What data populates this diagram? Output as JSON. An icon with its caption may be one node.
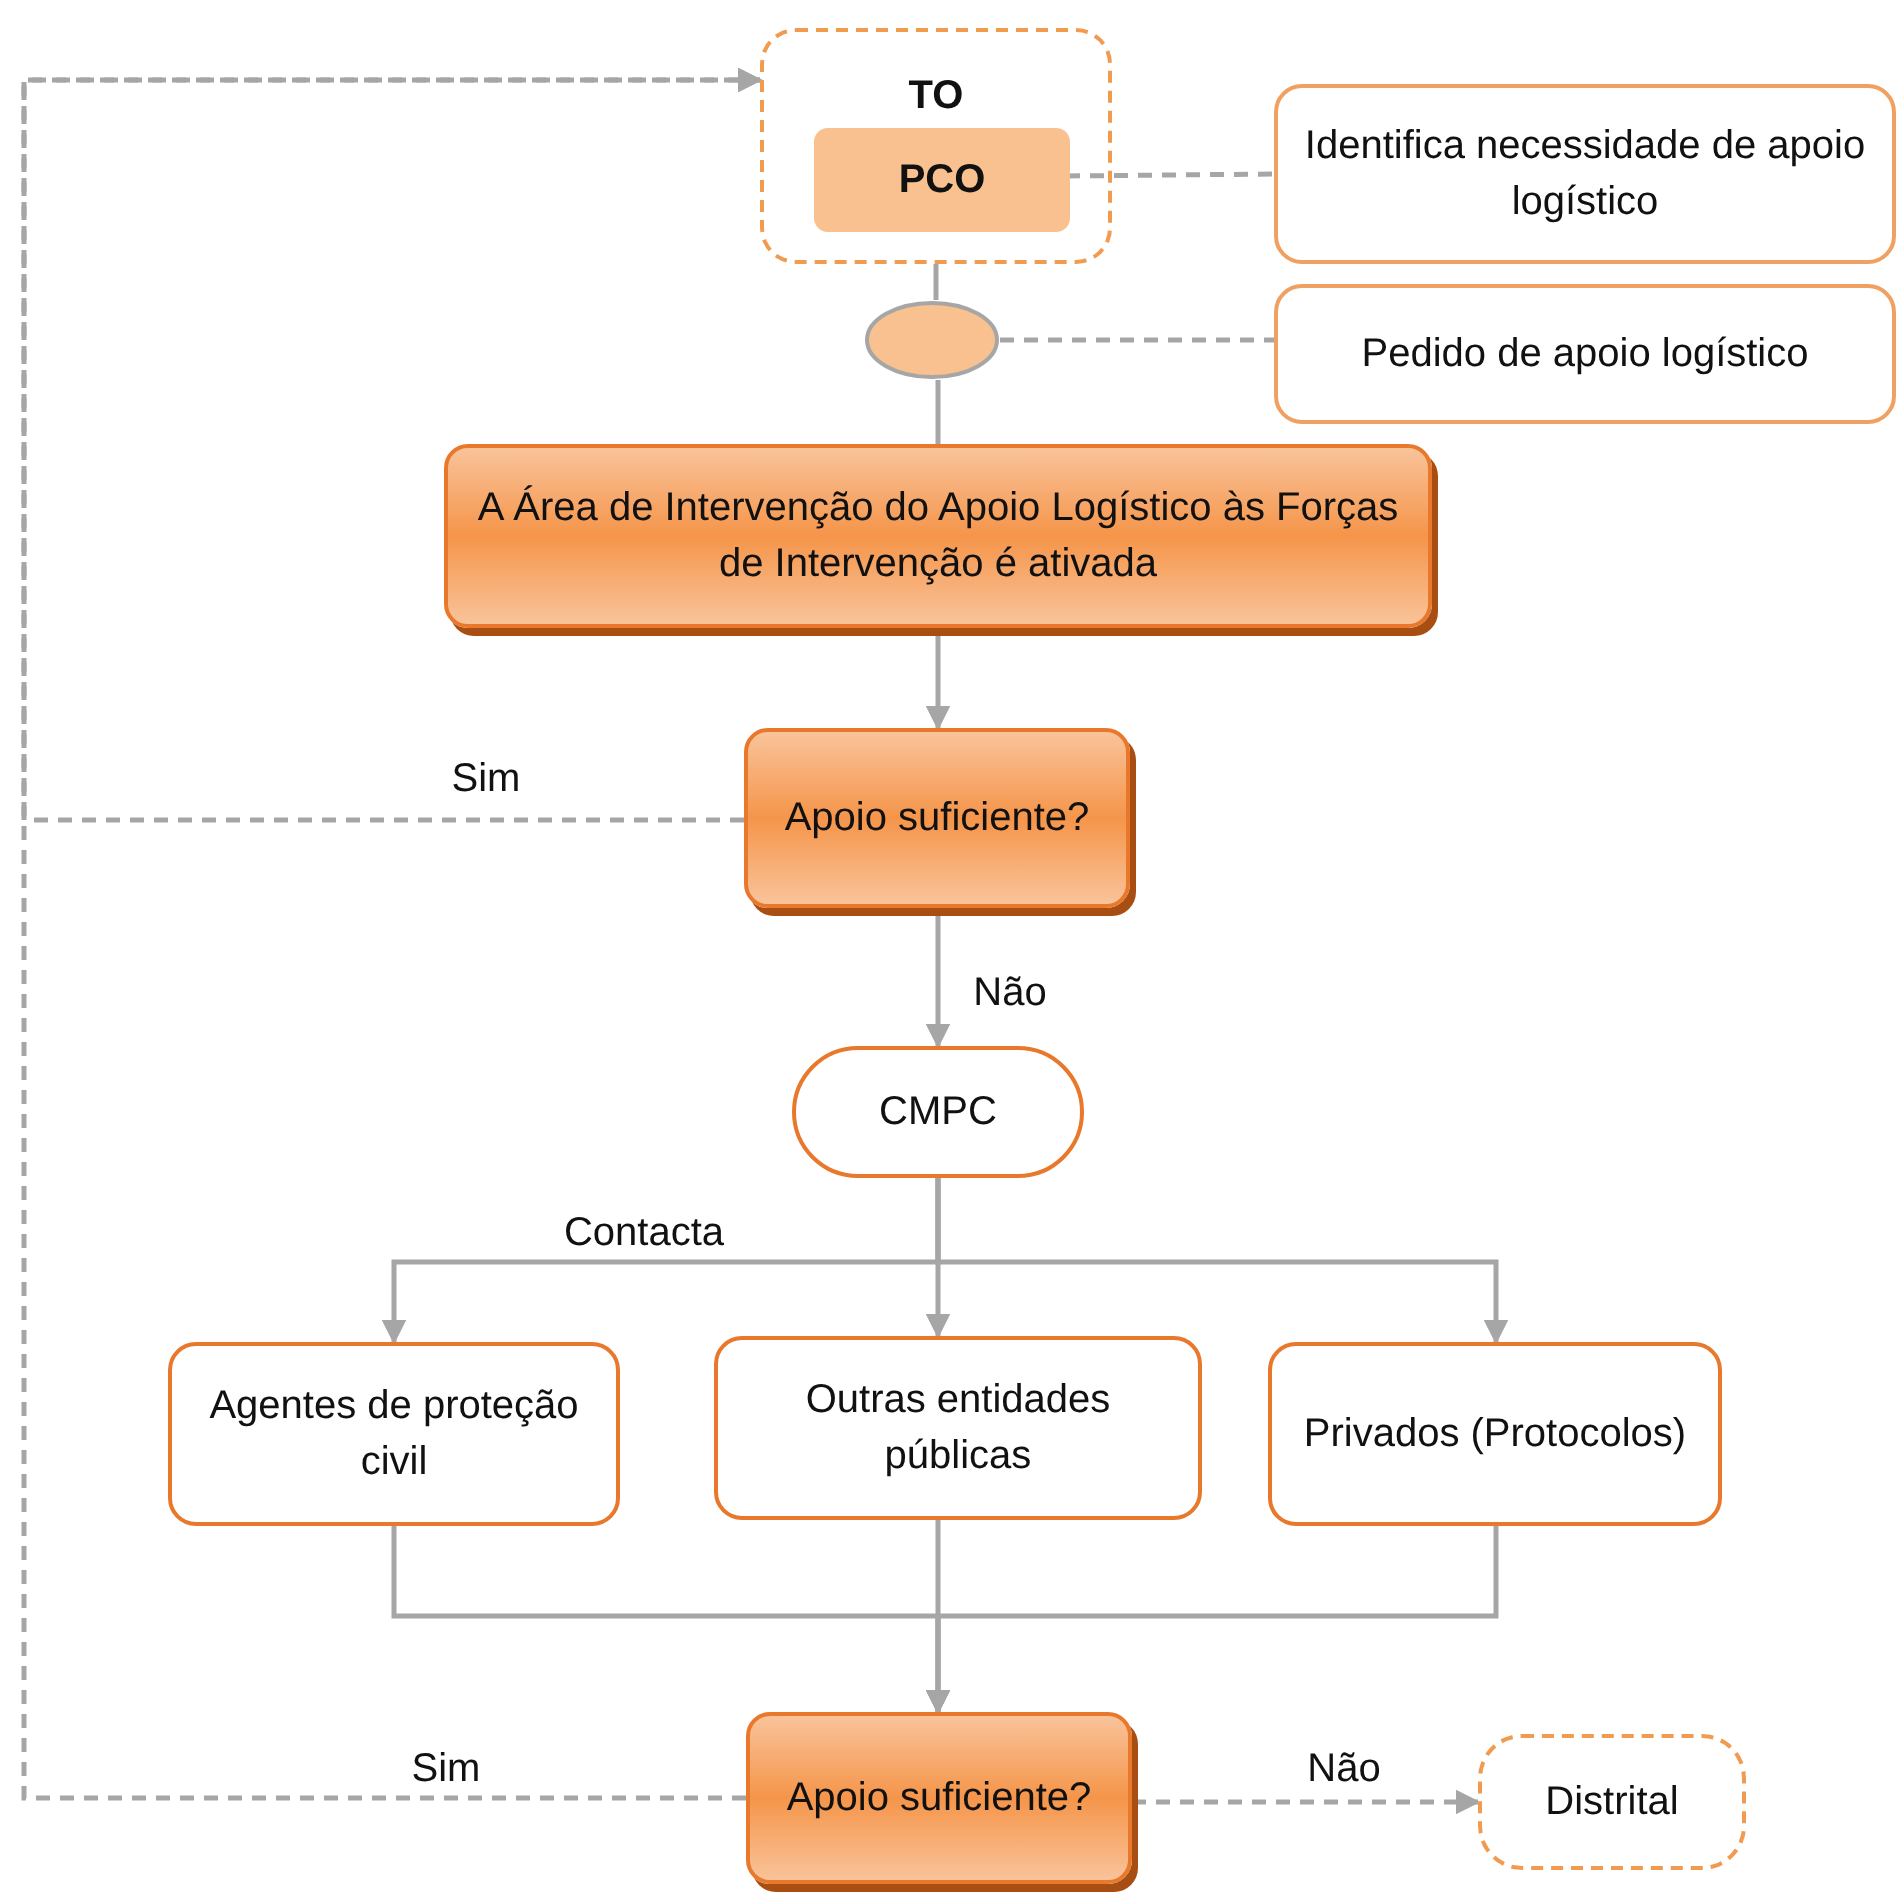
{
  "diagram": {
    "nodes": [
      {
        "text": [
          "TO"
        ]
      },
      {
        "text": [
          "PCO"
        ],
        "in": 0
      },
      {
        "text": [
          "Identifica necessidade de apoio logístico"
        ]
      },
      {
        "text": [],
        "shape": "ellipse"
      },
      {
        "text": [
          "Pedido de apoio logístico"
        ]
      },
      {
        "text": [
          "A Área de Intervenção do Apoio Logístico às Forças de Intervenção é ativada"
        ]
      },
      {
        "text": [
          "Apoio suficiente?"
        ]
      },
      {
        "text": [
          "CMPC"
        ]
      },
      {
        "text": [
          "Agentes de proteção civil"
        ]
      },
      {
        "text": [
          "Outras entidades públicas"
        ]
      },
      {
        "text": [
          "Privados (Protocolos)"
        ]
      },
      {
        "text": [
          "Apoio suficiente?"
        ]
      },
      {
        "text": [
          "Distrital"
        ]
      }
    ],
    "edges": [
      {
        "from": 1,
        "to": 2,
        "arrow": "none",
        "style": "dashed"
      },
      {
        "from": 3,
        "to": 4,
        "arrow": "none",
        "style": "dashed"
      },
      {
        "from": 0,
        "to": 3,
        "arrow": "none"
      },
      {
        "from": 3,
        "to": 5,
        "arrow": "none"
      },
      {
        "from": 5,
        "to": 6,
        "arrow": "to"
      },
      {
        "from": 6,
        "to": 0,
        "arrow": "to",
        "style": "dashed",
        "label": "Sim"
      },
      {
        "from": 6,
        "to": 7,
        "arrow": "to",
        "label": "Não"
      },
      {
        "from": 7,
        "to": 8,
        "arrow": "to",
        "label": "Contacta"
      },
      {
        "from": 7,
        "to": 9,
        "arrow": "to"
      },
      {
        "from": 7,
        "to": 10,
        "arrow": "to"
      },
      {
        "from": 8,
        "to": 11,
        "arrow": "to"
      },
      {
        "from": 9,
        "to": 11,
        "arrow": "to"
      },
      {
        "from": 10,
        "to": 11,
        "arrow": "to"
      },
      {
        "from": 11,
        "to": 0,
        "arrow": "to",
        "style": "dashed",
        "label": "Sim"
      },
      {
        "from": 11,
        "to": 12,
        "arrow": "to",
        "style": "dashed",
        "label": "Não"
      }
    ]
  }
}
